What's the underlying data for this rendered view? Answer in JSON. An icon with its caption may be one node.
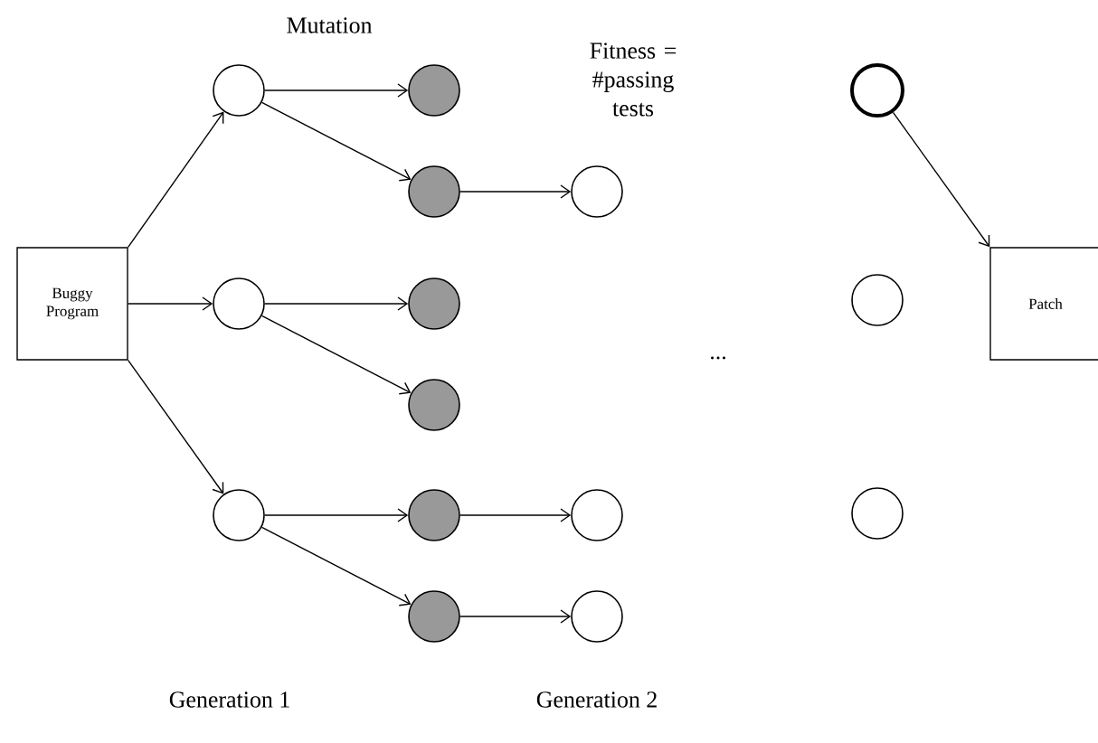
{
  "diagram": {
    "nodes": [
      {
        "text": [
          "Buggy Program"
        ]
      },
      {
        "text": [],
        "shape": "circle"
      },
      {
        "text": [],
        "shape": "circle"
      },
      {
        "text": [],
        "shape": "circle"
      },
      {
        "text": [],
        "shape": "circle"
      },
      {
        "text": [],
        "shape": "circle"
      },
      {
        "text": [],
        "shape": "circle"
      },
      {
        "text": [],
        "shape": "circle"
      },
      {
        "text": [],
        "shape": "circle"
      },
      {
        "text": [],
        "shape": "circle"
      },
      {
        "text": [],
        "shape": "circle"
      },
      {
        "text": [],
        "shape": "circle"
      },
      {
        "text": [],
        "shape": "circle"
      },
      {
        "text": [],
        "shape": "circle"
      },
      {
        "text": [],
        "shape": "circle"
      },
      {
        "text": [],
        "shape": "circle"
      },
      {
        "text": [
          "Patch"
        ]
      }
    ],
    "edges": [
      {
        "from": 0,
        "to": 1,
        "arrow": "to"
      },
      {
        "from": 0,
        "to": 2,
        "arrow": "to"
      },
      {
        "from": 0,
        "to": 3,
        "arrow": "to"
      },
      {
        "from": 1,
        "to": 4,
        "arrow": "to"
      },
      {
        "from": 1,
        "to": 5,
        "arrow": "to"
      },
      {
        "from": 2,
        "to": 6,
        "arrow": "to"
      },
      {
        "from": 2,
        "to": 7,
        "arrow": "to"
      },
      {
        "from": 3,
        "to": 8,
        "arrow": "to"
      },
      {
        "from": 3,
        "to": 9,
        "arrow": "to"
      },
      {
        "from": 5,
        "to": 10,
        "arrow": "to"
      },
      {
        "from": 8,
        "to": 11,
        "arrow": "to"
      },
      {
        "from": 9,
        "to": 12,
        "arrow": "to"
      },
      {
        "from": 13,
        "to": 16,
        "arrow": "to"
      }
    ],
    "labels": [
      "Mutation",
      "Fitness = #passing tests",
      "...",
      "Generation 1",
      "Generation 2"
    ]
  }
}
